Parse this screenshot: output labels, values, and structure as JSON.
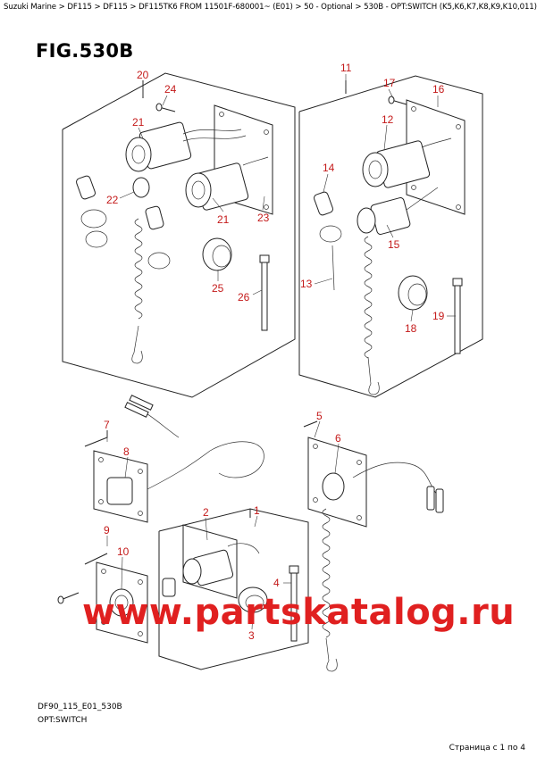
{
  "breadcrumb": {
    "items": [
      "Suzuki Marine",
      "DF115",
      "DF115",
      "DF115TK6 FROM 11501F-680001~ (E01)",
      "50 - Optional",
      "530B - OPT:SWITCH (K5,K6,K7,K8,K9,K10,011)"
    ],
    "separator": ">"
  },
  "figure": {
    "title": "FIG.530B",
    "code": "DF90_115_E01_530B",
    "subtitle": "OPT:SWITCH"
  },
  "callouts": {
    "c1": "1",
    "c2": "2",
    "c3": "3",
    "c4": "4",
    "c5": "5",
    "c6": "6",
    "c7": "7",
    "c8": "8",
    "c9": "9",
    "c10": "10",
    "c11": "11",
    "c12": "12",
    "c13": "13",
    "c14": "14",
    "c15": "15",
    "c16": "16",
    "c17": "17",
    "c18": "18",
    "c19": "19",
    "c20": "20",
    "c21a": "21",
    "c21b": "21",
    "c22": "22",
    "c23": "23",
    "c24": "24",
    "c25": "25",
    "c26": "26"
  },
  "watermark": "www.partskatalog.ru",
  "pager": "Страница с 1 по 4",
  "colors": {
    "callout": "#c41a1a",
    "watermark": "#e02020",
    "line": "#222222"
  }
}
